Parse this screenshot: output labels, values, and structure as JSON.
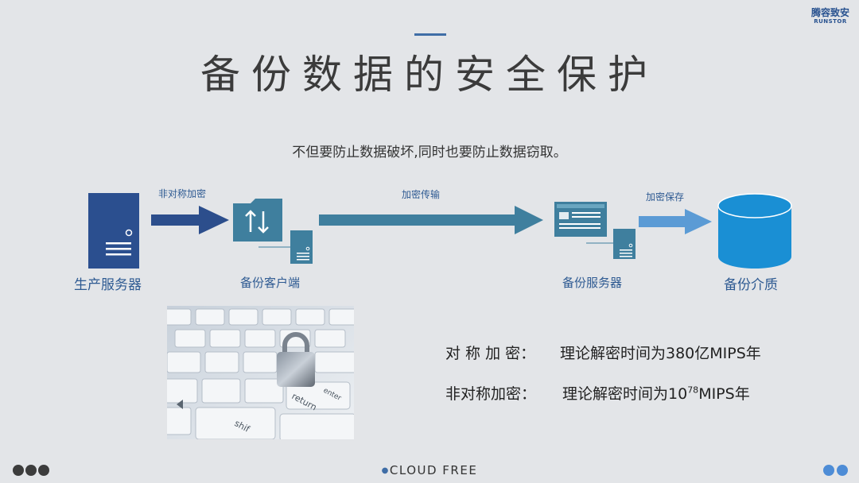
{
  "logo": {
    "cn": "腾容致安",
    "en": "RUNSTOR"
  },
  "title": "备份数据的安全保护",
  "subtitle": "不但要防止数据破坏,同时也要防止数据窃取。",
  "diagram": {
    "nodes": [
      {
        "id": "production-server",
        "label": "生产服务器"
      },
      {
        "id": "backup-client",
        "label": "备份客户端"
      },
      {
        "id": "backup-server",
        "label": "备份服务器"
      },
      {
        "id": "backup-media",
        "label": "备份介质"
      }
    ],
    "arrows": [
      {
        "id": "asymmetric",
        "label": "非对称加密",
        "color": "#2c4e8c"
      },
      {
        "id": "transfer",
        "label": "加密传输",
        "color": "#3f7f9e"
      },
      {
        "id": "save",
        "label": "加密保存",
        "color": "#5b9bd5"
      }
    ]
  },
  "facts": [
    {
      "label": "对 称 加 密：",
      "value": "理论解密时间为380亿MIPS年"
    },
    {
      "label": "非对称加密：",
      "value_prefix": "理论解密时间为10",
      "value_sup": "78",
      "value_suffix": "MIPS年"
    }
  ],
  "footer": {
    "brand": "CLOUD FREE"
  },
  "colors": {
    "accent": "#3f6da6",
    "server_blue": "#2b4f8f",
    "teal": "#3f7f9e",
    "media_blue": "#1a8fd4"
  }
}
